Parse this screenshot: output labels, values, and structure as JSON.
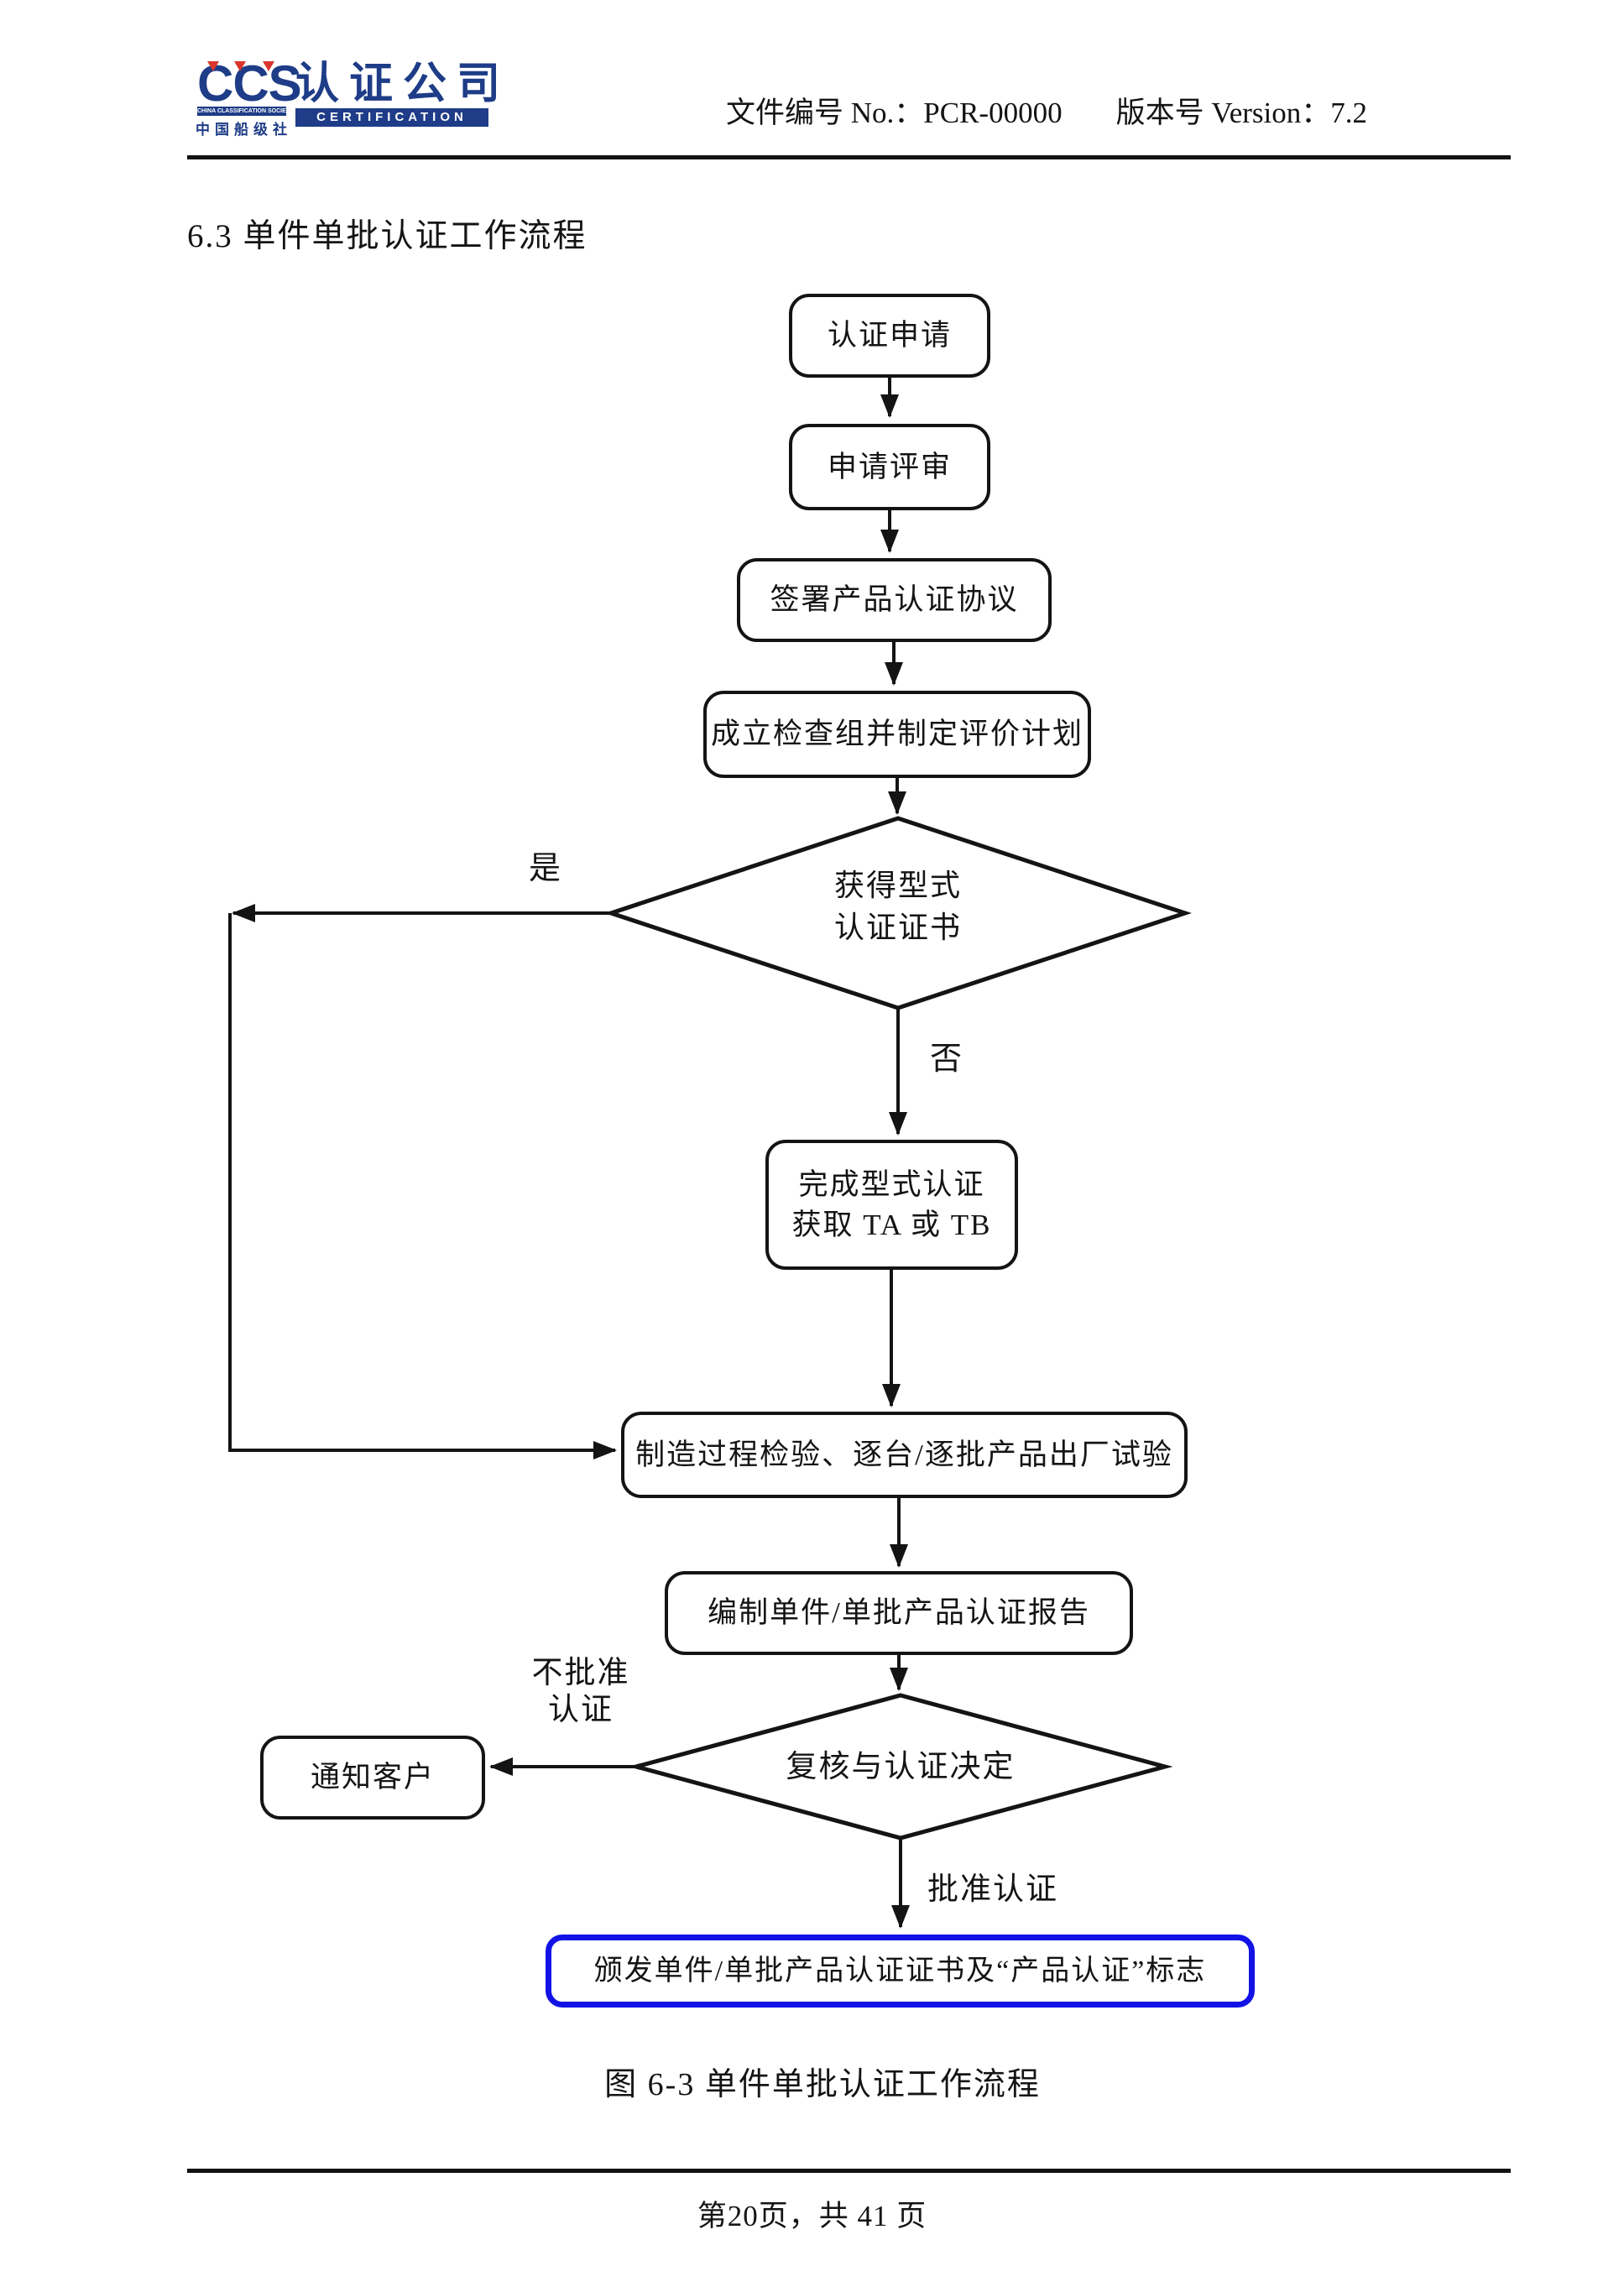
{
  "header": {
    "logo": {
      "ccs": "CCS",
      "society_bar": "CHINA CLASSIFICATION SOCIETY",
      "society_cn": "中国船级社",
      "company": "认证公司",
      "certification_bar": "CERTIFICATION"
    },
    "doc_no": "文件编号 No.：PCR-00000",
    "version": "版本号 Version：7.2"
  },
  "section_title": "6.3 单件单批认证工作流程",
  "flowchart": {
    "nodes": {
      "apply": {
        "label": "认证申请"
      },
      "review": {
        "label": "申请评审"
      },
      "sign": {
        "label": "签署产品认证协议"
      },
      "team": {
        "label": "成立检查组并制定评价计划"
      },
      "type_cert_decision": {
        "line1": "获得型式",
        "line2": "认证证书"
      },
      "complete_type": {
        "line1": "完成型式认证",
        "line2": "获取 TA 或 TB"
      },
      "factory_test": {
        "label": "制造过程检验、逐台/逐批产品出厂试验"
      },
      "report": {
        "label": "编制单件/单批产品认证报告"
      },
      "final_decision": {
        "label": "复核与认证决定"
      },
      "notify": {
        "label": "通知客户"
      },
      "issue": {
        "label": "颁发单件/单批产品认证证书及“产品认证”标志"
      }
    },
    "edge_labels": {
      "yes": "是",
      "no": "否",
      "not_approve_line1": "不批准",
      "not_approve_line2": "认证",
      "approve": "批准认证"
    }
  },
  "caption": "图 6-3 单件单批认证工作流程",
  "footer": {
    "page_info": "第20页，共 41 页"
  },
  "colors": {
    "navy": "#1e3c87",
    "red": "#d8362c",
    "highlight_blue": "#1212e6",
    "line": "#141414"
  }
}
